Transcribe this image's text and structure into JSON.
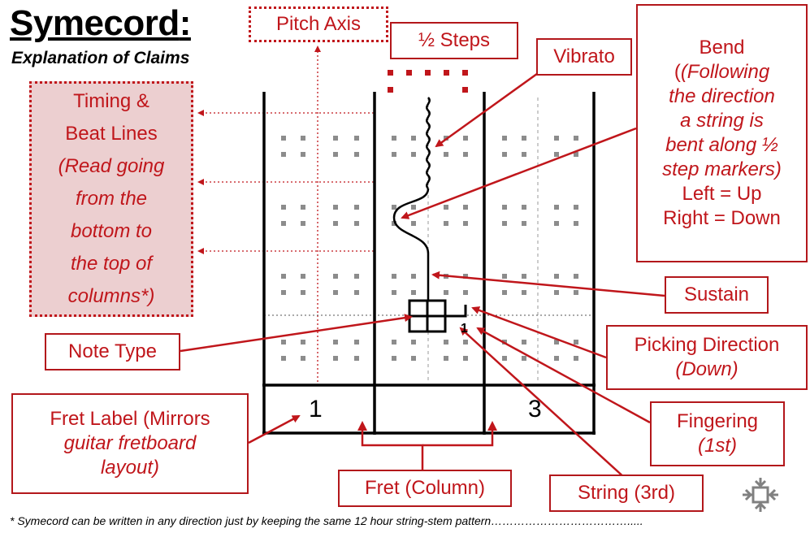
{
  "title": "Symecord",
  "title_colon": ":",
  "subtitle": "Explanation of Claims",
  "labels": {
    "pitch_axis": "Pitch Axis",
    "half_steps": "½ Steps",
    "vibrato": "Vibrato",
    "bend": {
      "l1": "Bend",
      "l2": "(Following",
      "l3": "the direction",
      "l4": "a string is",
      "l5": "bent along ½",
      "l6": "step markers)",
      "l7": "Left = Up",
      "l8": "Right = Down"
    },
    "timing": {
      "l1": "Timing &",
      "l2": "Beat Lines",
      "l3": "(Read going",
      "l4": "from the",
      "l5": "bottom to",
      "l6": "the top of",
      "l7": "columns*)"
    },
    "sustain": "Sustain",
    "note_type": "Note Type",
    "picking": {
      "l1": "Picking Direction",
      "l2": "(Down)"
    },
    "fingering": {
      "l1": "Fingering",
      "l2": "(1st)"
    },
    "fret_label": {
      "l1": "Fret Label (Mirrors",
      "l2": "guitar fretboard",
      "l3": "layout)"
    },
    "fret_column": "Fret (Column)",
    "string": "String (3rd)"
  },
  "diagram": {
    "fret_numbers": [
      "1",
      "3"
    ],
    "finger_number": "1"
  },
  "footnote": "* Symecord can be written in any direction just by keeping the same 12 hour string-stem pattern……………………………….....",
  "colors": {
    "accent": "#c0161b",
    "pink_fill": "#eccfd0",
    "grid_dot": "#8c8c8c"
  },
  "icons": {
    "corner_logo": "snowflake-chip-icon"
  }
}
